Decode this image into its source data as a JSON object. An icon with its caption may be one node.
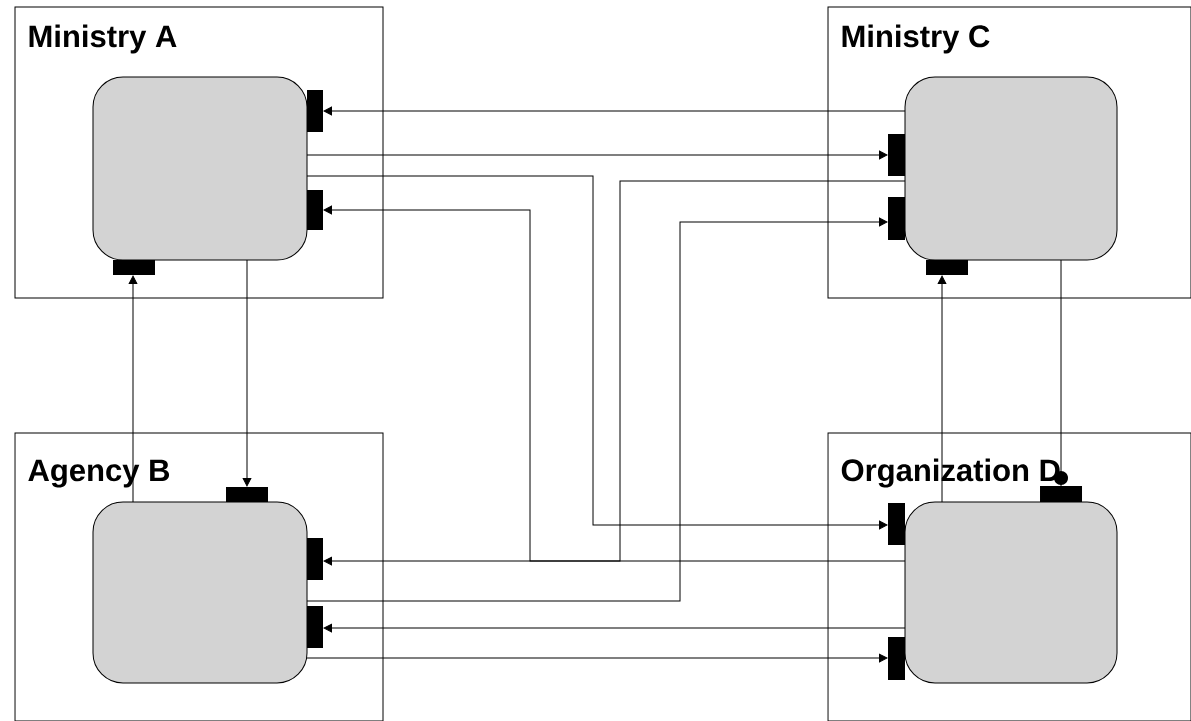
{
  "diagram": {
    "nodes": [
      {
        "text": [
          "Ministry A"
        ]
      },
      {
        "text": [],
        "shape": "box",
        "in": 0
      },
      {
        "text": [
          "Ministry C"
        ]
      },
      {
        "text": [],
        "shape": "box",
        "in": 2
      },
      {
        "text": [
          "Agency B"
        ]
      },
      {
        "text": [],
        "shape": "box",
        "in": 4
      },
      {
        "text": [
          "Organization D"
        ]
      },
      {
        "text": [],
        "shape": "box",
        "in": 6
      },
      {
        "text": [],
        "shape": "bar",
        "in": 0
      },
      {
        "text": [],
        "shape": "bar",
        "in": 0
      },
      {
        "text": [],
        "shape": "bar",
        "in": 0
      },
      {
        "text": [],
        "shape": "bar",
        "in": 2
      },
      {
        "text": [],
        "shape": "bar",
        "in": 2
      },
      {
        "text": [],
        "shape": "bar",
        "in": 2
      },
      {
        "text": [],
        "shape": "bar",
        "in": 4
      },
      {
        "text": [],
        "shape": "bar",
        "in": 4
      },
      {
        "text": [],
        "shape": "bar",
        "in": 4
      },
      {
        "text": [],
        "shape": "bar",
        "in": 6
      },
      {
        "text": [],
        "shape": "bar",
        "in": 6
      },
      {
        "text": [],
        "shape": "bar",
        "in": 6
      }
    ],
    "edges": [
      {
        "from": 3,
        "to": 8,
        "arrow": "to"
      },
      {
        "from": 1,
        "to": 11,
        "arrow": "to"
      },
      {
        "from": 1,
        "to": 18,
        "arrow": "to"
      },
      {
        "from": 3,
        "to": 9,
        "arrow": "to"
      },
      {
        "from": 5,
        "to": 12,
        "arrow": "to"
      },
      {
        "from": 7,
        "to": 15,
        "arrow": "to"
      },
      {
        "from": 7,
        "to": 16,
        "arrow": "to"
      },
      {
        "from": 5,
        "to": 19,
        "arrow": "to"
      },
      {
        "from": 5,
        "to": 10,
        "arrow": "to"
      },
      {
        "from": 1,
        "to": 14,
        "arrow": "to"
      },
      {
        "from": 7,
        "to": 13,
        "arrow": "to"
      },
      {
        "from": 3,
        "to": 17,
        "arrow": "other"
      }
    ]
  }
}
